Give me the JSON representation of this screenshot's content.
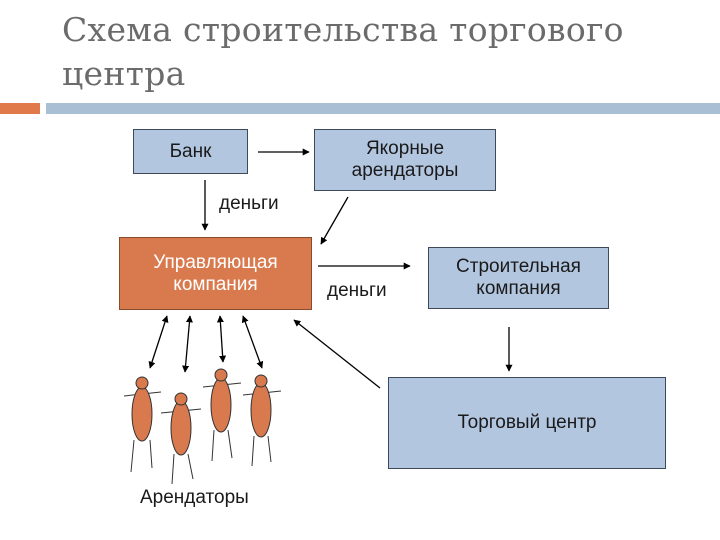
{
  "slide": {
    "title": "Схема строительства торгового центра"
  },
  "nodes": {
    "bank": "Банк",
    "anchor_tenants": "Якорные арендаторы",
    "management_company": "Управляющая компания",
    "construction_company": "Строительная компания",
    "shopping_center": "Торговый центр",
    "tenants": "Арендаторы"
  },
  "edge_labels": {
    "money_bank_to_management": "деньги",
    "money_management_to_construction": "деньги"
  },
  "colors": {
    "title_text": "#6b6b6b",
    "accent_orange": "#e07a4a",
    "accent_blue": "#a9c0d4",
    "box_blue": "#b3c6e0",
    "box_orange": "#d97a4e",
    "person_fill": "#d97a4e"
  }
}
